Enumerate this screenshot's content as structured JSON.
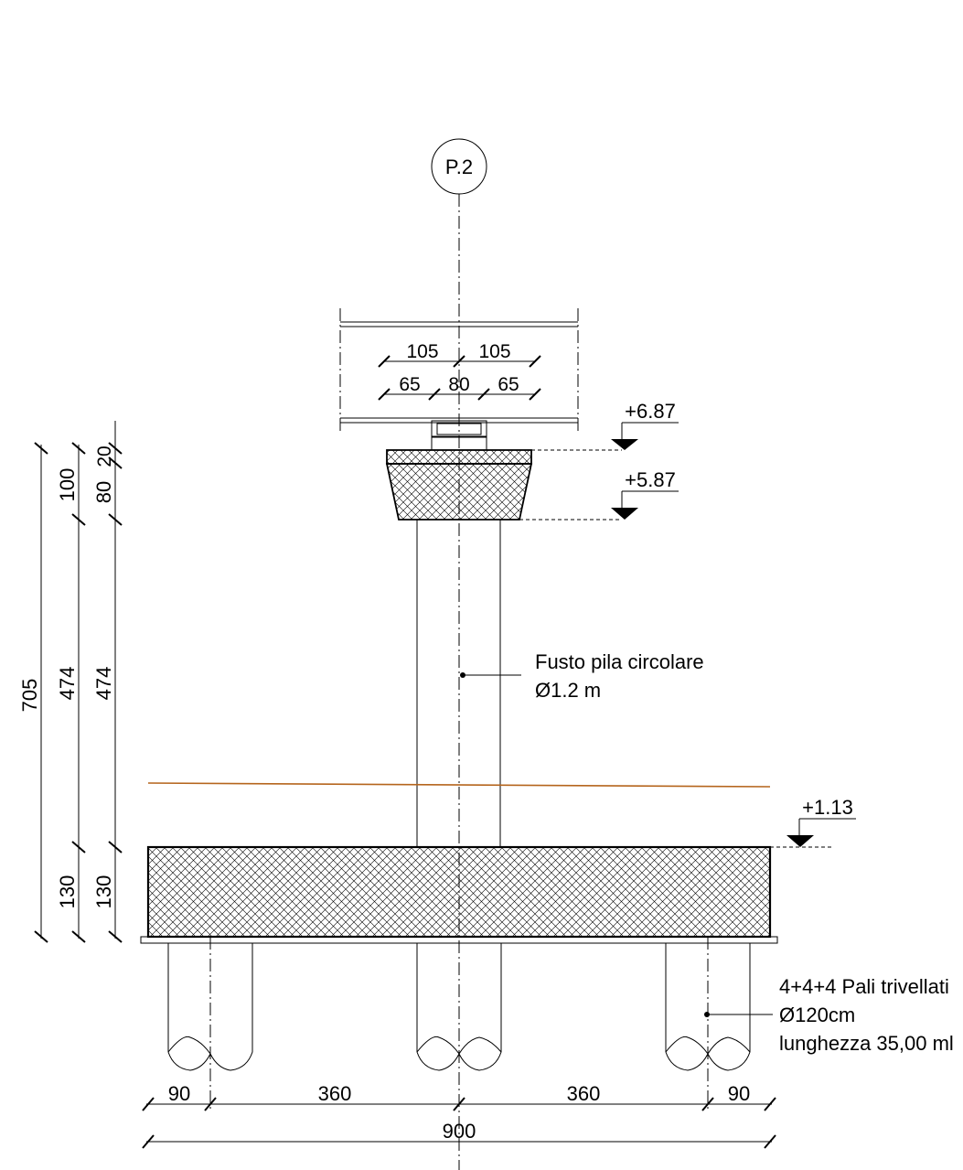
{
  "pier_label": "P.2",
  "elevations": {
    "top": "+6.87",
    "cap_bottom": "+5.87",
    "foundation_top": "+1.13"
  },
  "column_note": {
    "line1": "Fusto pila circolare",
    "line2": "Ø1.2 m"
  },
  "piles_note": {
    "line1": "4+4+4 Pali trivellati",
    "line2": "Ø120cm",
    "line3": "lunghezza 35,00 ml"
  },
  "deck_dims": {
    "upper_left": "105",
    "upper_right": "105",
    "lower_left": "65",
    "lower_mid": "80",
    "lower_right": "65"
  },
  "vertical_dims": {
    "total": "705",
    "cap_outer": "100",
    "column_outer": "474",
    "footing_outer": "130",
    "top_layer": "20",
    "cap_inner": "80",
    "column_inner": "474",
    "footing_inner": "130"
  },
  "bottom_dims": {
    "left_edge": "90",
    "left_span": "360",
    "right_span": "360",
    "right_edge": "90",
    "total": "900"
  },
  "colors": {
    "line": "#000000",
    "ground_line": "#b5651d"
  }
}
